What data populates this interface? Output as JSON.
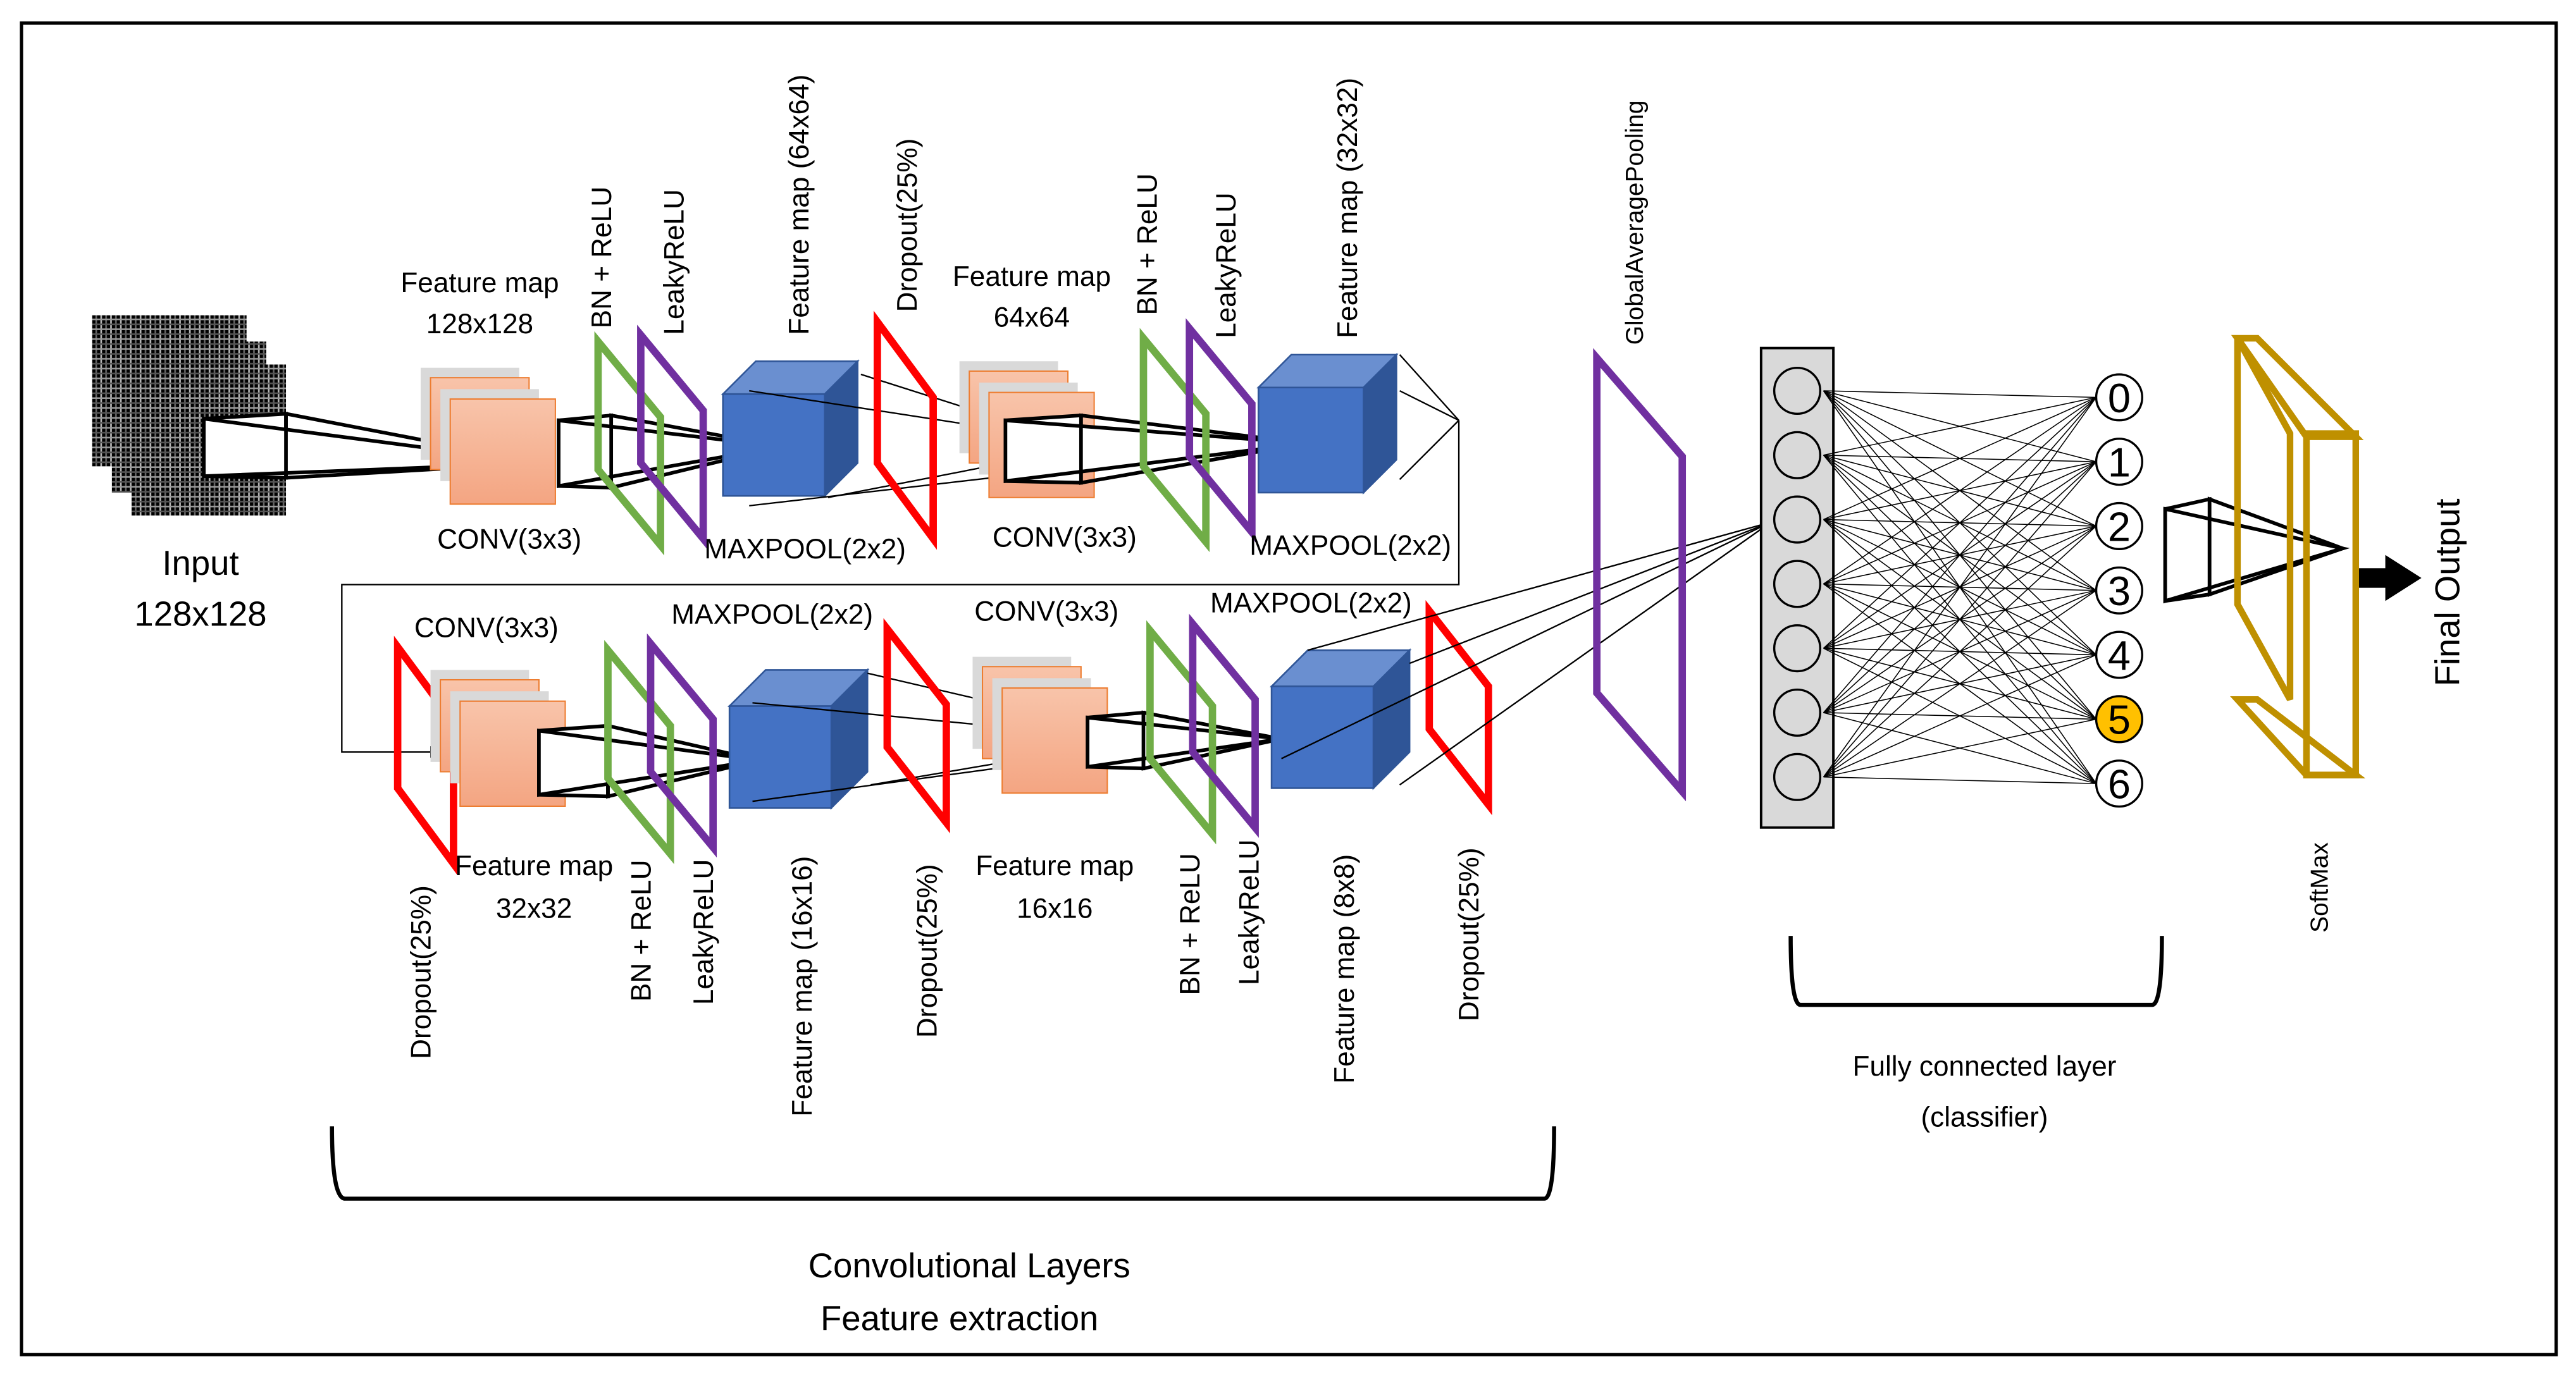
{
  "title": "CNN architecture diagram",
  "colors": {
    "dropout": "#FF0000",
    "bn_relu": "#70AD47",
    "leaky_relu": "#7030A0",
    "gap": "#7030A0",
    "cube_front": "#4472C4",
    "cube_top": "#6A8FD0",
    "cube_side": "#2F5597",
    "fmap_orange": "#F4B183",
    "fmap_orange_edge": "#ED7D31",
    "fmap_gray": "#D9D9D9",
    "softmax": "#BF9000",
    "highlight_class": "#FFC000",
    "fc_box": "#D9D9D9"
  },
  "input": {
    "label_line1": "Input",
    "label_line2": "128x128"
  },
  "row1": {
    "block1": {
      "fmap_label_line1": "Feature map",
      "fmap_label_line2": "128x128",
      "conv_label": "CONV(3x3)",
      "bn_label": "BN + ReLU",
      "leaky_label": "LeakyReLU",
      "pool_fmap_label": "Feature map (64x64)",
      "pool_label": "MAXPOOL(2x2)",
      "dropout_label": "Dropout(25%)"
    },
    "block2": {
      "fmap_label_line1": "Feature map",
      "fmap_label_line2": "64x64",
      "conv_label": "CONV(3x3)",
      "bn_label": "BN + ReLU",
      "leaky_label": "LeakyReLU",
      "pool_fmap_label": "Feature map (32x32)",
      "pool_label": "MAXPOOL(2x2)"
    }
  },
  "row2": {
    "block3": {
      "dropout_label": "Dropout(25%)",
      "conv_label": "CONV(3x3)",
      "fmap_label_line1": "Feature map",
      "fmap_label_line2": "32x32",
      "bn_label": "BN + ReLU",
      "leaky_label": "LeakyReLU",
      "pool_label": "MAXPOOL(2x2)",
      "pool_fmap_label": "Feature map (16x16)",
      "dropout2_label": "Dropout(25%)"
    },
    "block4": {
      "conv_label": "CONV(3x3)",
      "fmap_label_line1": "Feature map",
      "fmap_label_line2": "16x16",
      "bn_label": "BN + ReLU",
      "leaky_label": "LeakyReLU",
      "pool_label": "MAXPOOL(2x2)",
      "pool_fmap_label": "Feature map (8x8)",
      "dropout_label": "Dropout(25%)"
    }
  },
  "gap_label": "GlobalAveragePooling",
  "fc": {
    "hidden_neurons": 7,
    "output_classes": [
      "0",
      "1",
      "2",
      "3",
      "4",
      "5",
      "6"
    ],
    "highlighted_class": "5",
    "label_line1": "Fully connected layer",
    "label_line2": "(classifier)"
  },
  "softmax_label": "SoftMax",
  "final_output_label": "Final Output",
  "conv_section": {
    "label_line1": "Convolutional Layers",
    "label_line2": "Feature extraction"
  }
}
